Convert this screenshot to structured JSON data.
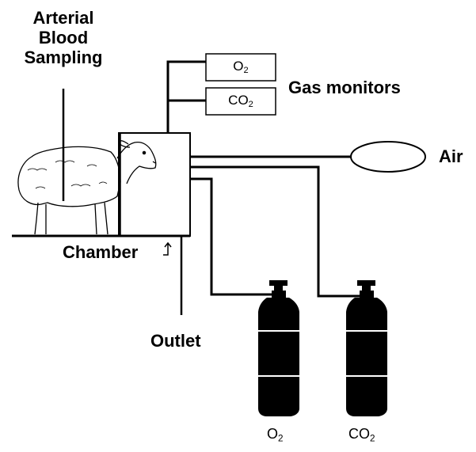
{
  "labels": {
    "arterial_line1": "Arterial",
    "arterial_line2": "Blood",
    "arterial_line3": "Sampling",
    "gas_monitors": "Gas monitors",
    "air": "Air",
    "chamber": "Chamber",
    "outlet": "Outlet"
  },
  "monitors": {
    "o2": {
      "base": "O",
      "sub": "2"
    },
    "co2": {
      "base": "CO",
      "sub": "2"
    }
  },
  "cylinders": {
    "o2": {
      "base": "O",
      "sub": "2"
    },
    "co2": {
      "base": "CO",
      "sub": "2"
    }
  }
}
